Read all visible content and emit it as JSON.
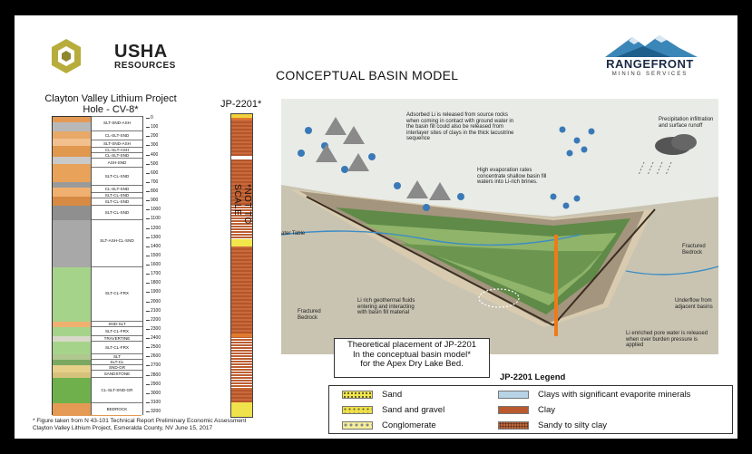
{
  "header": {
    "usha_name": "USHA",
    "usha_sub": "RESOURCES",
    "title": "CONCEPTUAL BASIN MODEL",
    "rangefront_name": "RANGEFRONT",
    "rangefront_sub": "MINING SERVICES"
  },
  "drillhole": {
    "title_line1": "Clayton Valley Lithium Project",
    "title_line2": "Hole - CV-8*",
    "units": [
      {
        "label": "SLT-SND-ASH"
      },
      {
        "label": "CL-SLT-SND"
      },
      {
        "label": "SLT-SND-ASH"
      },
      {
        "label": "CL-SLT-ASH"
      },
      {
        "label": "CL-SLT-SND"
      },
      {
        "label": "ASH-SND"
      },
      {
        "label": "SLT-CL-SND"
      },
      {
        "label": "CL-SLT-SND"
      },
      {
        "label": "SLT-CL-SND"
      },
      {
        "label": "SLT-CL-SND"
      },
      {
        "label": "SLT-CL-SND"
      },
      {
        "label": "SLT-ASH-CL-SND"
      },
      {
        "label": "SLT-CL-FRX"
      },
      {
        "label": "SND-SLT"
      },
      {
        "label": "SLT-CL-FRX"
      },
      {
        "label": "TRAVERTINE"
      },
      {
        "label": "SLT-CL-FRX"
      },
      {
        "label": "SLT"
      },
      {
        "label": "SLT-CL"
      },
      {
        "label": "SND-GR"
      },
      {
        "label": "SANDSTONE"
      },
      {
        "label": "CL-SLT-SND-GR"
      },
      {
        "label": "BEDROCK"
      }
    ],
    "depths": [
      "0",
      "100",
      "200",
      "300",
      "400",
      "500",
      "600",
      "700",
      "800",
      "900",
      "1000",
      "1100",
      "1200",
      "1300",
      "1400",
      "1500",
      "1600",
      "1700",
      "1800",
      "1900",
      "2000",
      "2100",
      "2200",
      "2300",
      "2400",
      "2500",
      "2600",
      "2700",
      "2800",
      "2900",
      "3000",
      "3100",
      "3200"
    ]
  },
  "jp2201": {
    "title": "JP-2201*",
    "not_to_scale": "*NOT TO SCALE"
  },
  "diagram": {
    "note_adsorbed": "Adsorbed Li is released from source rocks when coming in contact with ground water in the basin fill could also be released from interlayer sites of clays in the thick lacustrine sequence",
    "note_evaporation": "High evaporation rates concentrate shallow basin fill waters into Li-rich brines.",
    "note_precip": "Precipitation infiltration and surface runoff",
    "note_water_table": "ater Table",
    "note_fractured_right": "Fractured Bedrock",
    "note_fractured_left": "Fractured Bedrock",
    "note_geothermal": "Li rich geothermal fluids entering and interacting with basin fill material",
    "note_underflow": "Underflow from adjacent basins",
    "note_pore": "Li enriched pore water is released when over burden pressure is applied"
  },
  "callout": {
    "line1": "Theoretical placement of JP-2201",
    "line2": "In the conceptual basin model*",
    "line3": "for the Apex Dry Lake Bed."
  },
  "legend": {
    "title": "JP-2201 Legend",
    "items": [
      {
        "label": "Sand",
        "color": "#f3e64a"
      },
      {
        "label": "Sand and gravel",
        "color": "#efe04a"
      },
      {
        "label": "Conglomerate",
        "color": "#f4ee9a"
      },
      {
        "label": "Clays with significant evaporite minerals",
        "color": "#b7d3e6"
      },
      {
        "label": "Clay",
        "color": "#b85a2e"
      },
      {
        "label": "Sandy to silty clay",
        "color": "#b8673c"
      }
    ]
  },
  "footnote": {
    "line1": "* Figure taken from N 43-101 Technical Report Preliminary Economic Assessment",
    "line2": "Clayton Valley Lithium Project, Esmeralda County, NV June 15, 2017"
  }
}
